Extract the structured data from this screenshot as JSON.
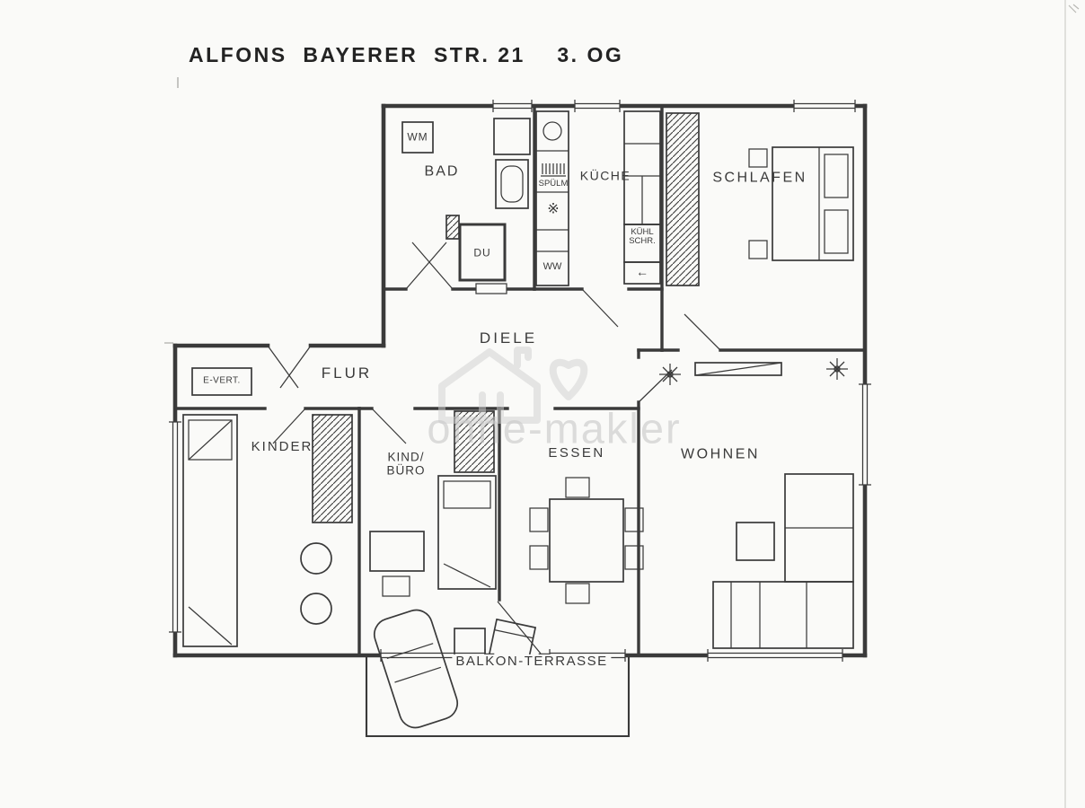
{
  "title": "ALFONS  BAYERER  STR. 21    3. OG",
  "watermark_text": "ohne-makler",
  "colors": {
    "ink": "#3a3a3a",
    "paper": "#fafaf8",
    "wm": "#c9c9c9"
  },
  "labels": {
    "wm": "WM",
    "bad": "BAD",
    "du": "DU",
    "spuelm": "SPÜLM",
    "kueche": "KÜCHE",
    "kuehl_line1": "KÜHL",
    "kuehl_line2": "SCHR.",
    "ww": "WW",
    "schlafen": "SCHLAFEN",
    "diele": "DIELE",
    "flur": "FLUR",
    "evert": "E-VERT.",
    "kinder": "KINDER",
    "kind_line1": "KIND/",
    "kind_line2": "BÜRO",
    "essen": "ESSEN",
    "wohnen": "WOHNEN",
    "balkon": "BALKON-TERRASSE"
  },
  "icons": {
    "hob": "※",
    "entry_arrow": "←"
  }
}
